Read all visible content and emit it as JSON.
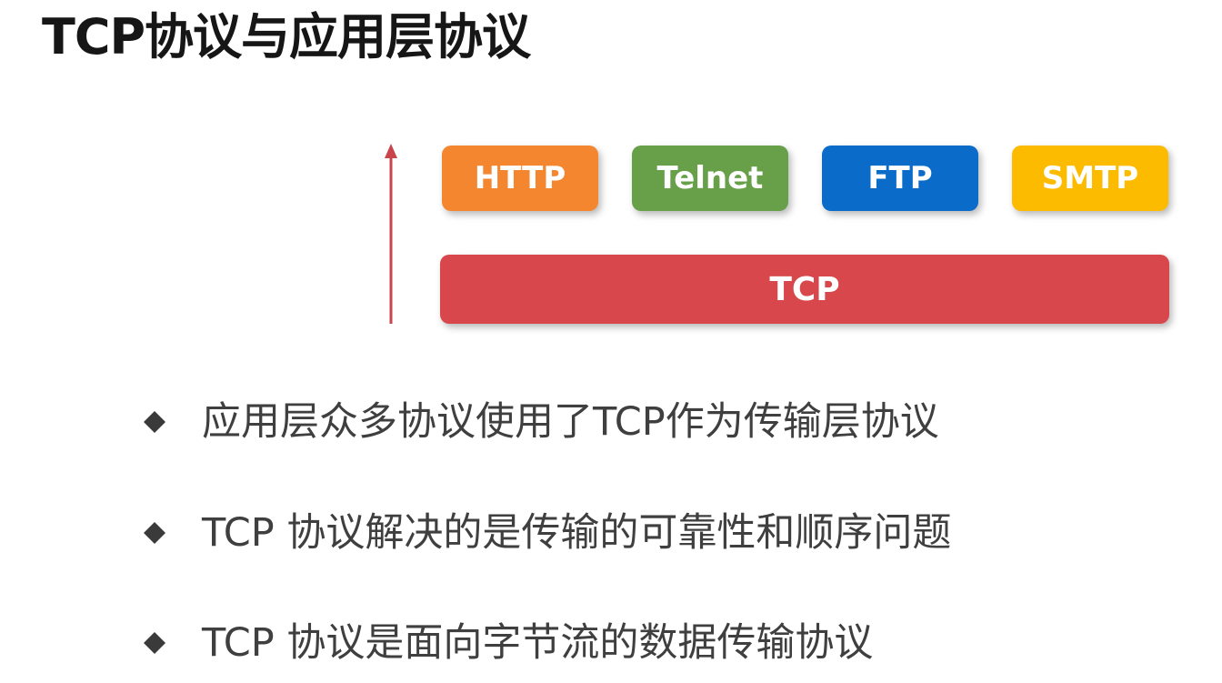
{
  "title": "TCP协议与应用层协议",
  "diagram": {
    "application_protocols": [
      {
        "label": "HTTP",
        "color": "#F4862F"
      },
      {
        "label": "Telnet",
        "color": "#68A04A"
      },
      {
        "label": "FTP",
        "color": "#0A6BC9"
      },
      {
        "label": "SMTP",
        "color": "#FDBB00"
      }
    ],
    "transport_protocol": {
      "label": "TCP",
      "color": "#D7474B"
    },
    "arrow_color": "#C9444B"
  },
  "bullets": [
    "应用层众多协议使用了TCP作为传输层协议",
    " TCP 协议解决的是传输的可靠性和顺序问题",
    " TCP 协议是面向字节流的数据传输协议"
  ],
  "bullet_icon": "diamond-bullet-icon"
}
